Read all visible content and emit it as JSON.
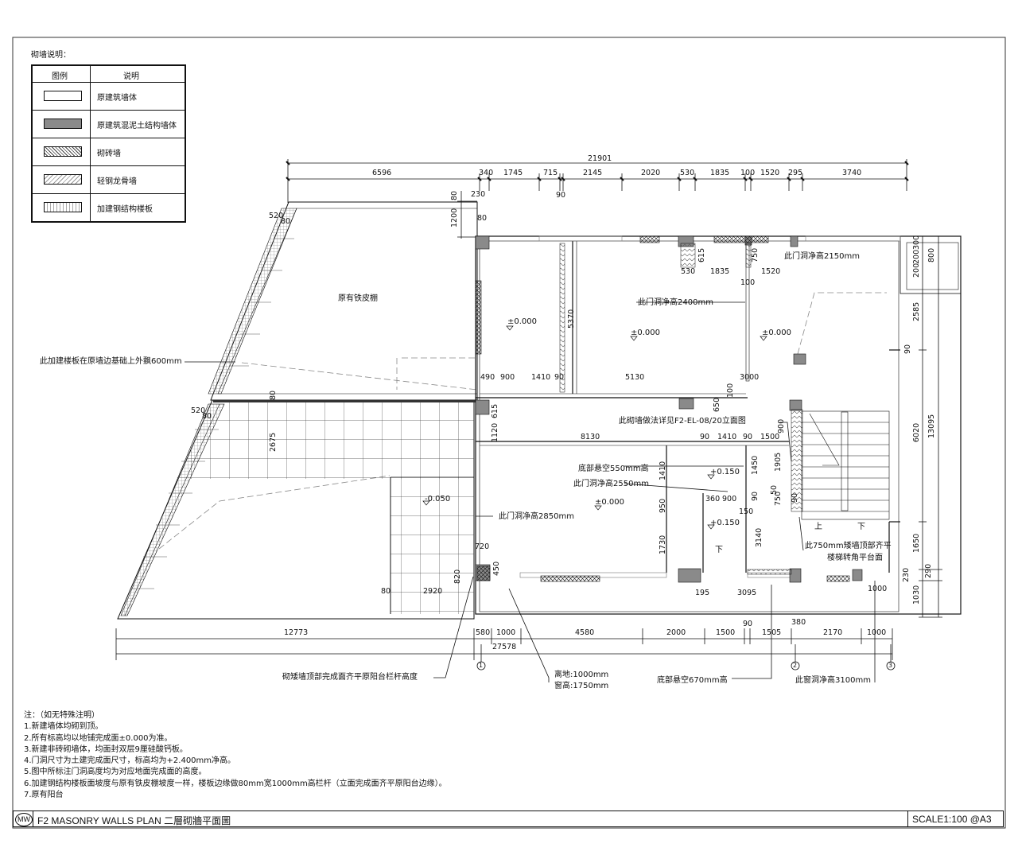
{
  "legend": {
    "title": "砌墙说明：",
    "col_legend": "图例",
    "col_desc": "说明",
    "rows": [
      {
        "label": "原建筑墙体",
        "swatch": "blank"
      },
      {
        "label": "原建筑混泥土结构墙体",
        "swatch": "gray"
      },
      {
        "label": "砌砖墙",
        "swatch": "cross"
      },
      {
        "label": "轻钢龙骨墙",
        "swatch": "zigzag"
      },
      {
        "label": "加建钢结构楼板",
        "swatch": "grid"
      }
    ]
  },
  "dimensions": {
    "top_total": "21901",
    "top": [
      "6596",
      "340",
      "1745",
      "715",
      "2145",
      "2020",
      "530",
      "1835",
      "100",
      "1520",
      "295",
      "3740"
    ],
    "top_small": [
      "230",
      "90",
      "80",
      "1200",
      "80",
      "520",
      "80",
      "520",
      "80"
    ],
    "inner": [
      "615",
      "750",
      "530",
      "1835",
      "1520",
      "100",
      "5370",
      "490",
      "900",
      "1410",
      "90",
      "5130",
      "3000",
      "100",
      "650",
      "615",
      "1120",
      "8130",
      "90",
      "1410",
      "90",
      "1500",
      "2675",
      "80"
    ],
    "right": [
      "300",
      "800",
      "200",
      "200",
      "2585",
      "90",
      "6020",
      "13095",
      "900",
      "1905",
      "1650",
      "290",
      "230",
      "1030"
    ],
    "mid": [
      "1410",
      "1450",
      "950",
      "90",
      "360",
      "900",
      "150",
      "90",
      "750",
      "50",
      "1730",
      "3140",
      "720",
      "820",
      "450",
      "80",
      "2920",
      "195",
      "3095",
      "1000"
    ],
    "bottom": [
      "12773",
      "580",
      "1000",
      "4580",
      "2000",
      "1500",
      "1505",
      "2170",
      "1000"
    ],
    "bottom_small": [
      "90",
      "380"
    ],
    "bottom_total": "27578",
    "axes": [
      "1",
      "2",
      "3"
    ]
  },
  "annotations": {
    "iron_shed": "原有铁皮棚",
    "slab_note": "此加建楼板在原墙边基础上外飘600mm",
    "level_0": "±0.000",
    "door_2150": "此门洞净高2150mm",
    "door_2400": "此门洞净高2400mm",
    "wall_detail": "此砌墙做法详见F2-EL-08/20立面图",
    "bottom_hang_550": "底部悬空550mm高",
    "door_2550": "此门洞净高2550mm",
    "level_150": "+0.150",
    "level_neg": "-0.050",
    "door_2850": "此门洞净高2850mm",
    "up": "上",
    "down": "下",
    "down2": "下",
    "low_wall_750_1": "此750mm矮墙顶部齐平",
    "low_wall_750_2": "楼梯转角平台面",
    "low_wall_top": "砌矮墙顶部完成面齐平原阳台栏杆高度",
    "sill_1000": "离地:1000mm",
    "win_1750": "窗高:1750mm",
    "bottom_hang_670": "底部悬空670mm高",
    "win_3100": "此窗洞净高3100mm"
  },
  "notes": [
    "注：（如无特殊注明）",
    "1.新建墙体均砌到顶。",
    "2.所有标高均以地铺完成面±0.000为准。",
    "3.新建非砖砌墙体，均面封双层9厘硅酸钙板。",
    "4.门洞尺寸为土建完成面尺寸，标高均为+2.400mm净高。",
    "5.图中所标注门洞高度均为对应地面完成面的高度。",
    "6.加建钢结构楼板面坡度与原有铁皮棚坡度一样，楼板边缘做80mm宽1000mm高栏杆（立面完成面齐平原阳台边缘）。",
    "7.原有阳台"
  ],
  "titleblock": {
    "badge": "MW",
    "title": "F2   MASONRY WALLS PLAN     二層砌牆平面圖",
    "scale": "SCALE1:100   @A3"
  }
}
